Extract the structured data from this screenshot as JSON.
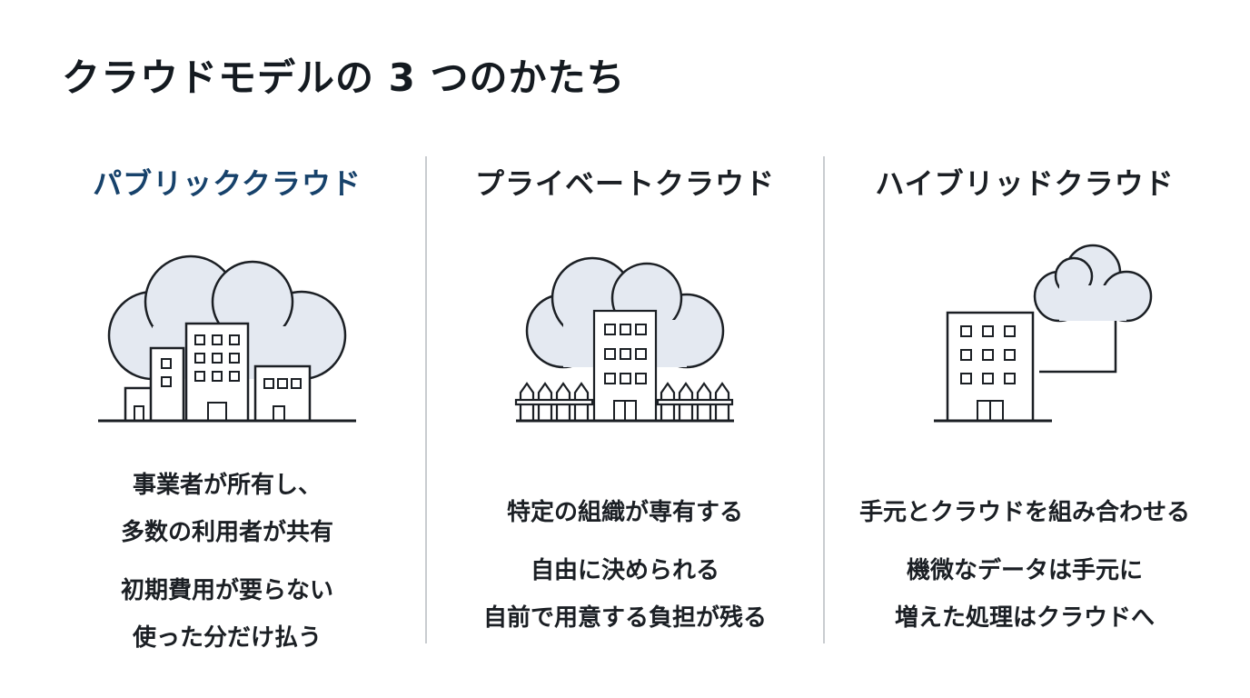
{
  "page": {
    "title": "クラウドモデルの 3 つのかたち"
  },
  "columns": [
    {
      "title": "パブリッククラウド",
      "title_color": "#17426b",
      "illustration": "cloud-over-city-icon",
      "lines": [
        "事業者が所有し、",
        "多数の利用者が共有",
        "初期費用が要らない",
        "使った分だけ払う"
      ]
    },
    {
      "title": "プライベートクラウド",
      "title_color": "#1b1f24",
      "illustration": "fenced-building-cloud-icon",
      "lines": [
        "特定の組織が専有する",
        "自由に決められる",
        "自前で用意する負担が残る"
      ]
    },
    {
      "title": "ハイブリッドクラウド",
      "title_color": "#1b1f24",
      "illustration": "building-linked-cloud-icon",
      "lines": [
        "手元とクラウドを組み合わせる",
        "機微なデータは手元に",
        "増えた処理はクラウドへ"
      ]
    }
  ],
  "colors": {
    "cloud_fill": "#e4e9f1",
    "stroke": "#1b1f24",
    "divider": "#c9ccd0",
    "accent": "#17426b"
  }
}
